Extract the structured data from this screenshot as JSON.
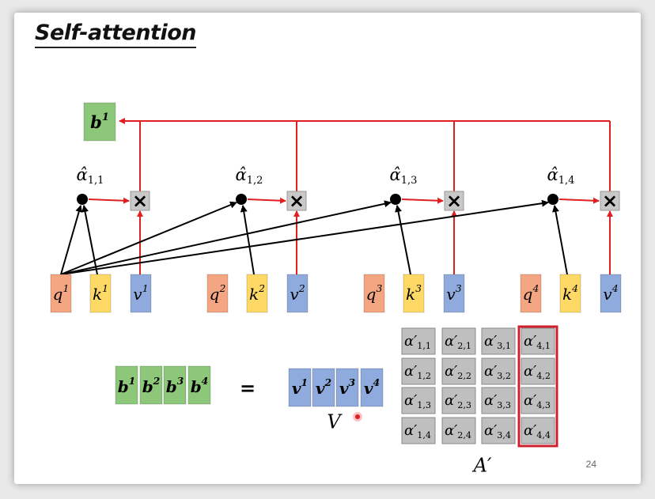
{
  "slide": {
    "title": "Self-attention",
    "page_number": "24"
  },
  "colors": {
    "query": "#f4a582",
    "key": "#ffd966",
    "value": "#8faadc",
    "output": "#8dc87a",
    "attention_cell": "#bfbfbf",
    "arrow_red": "#e02020",
    "arrow_black": "#000000",
    "highlight": "#d02030"
  },
  "diagram": {
    "output": {
      "base": "b",
      "sup": "1"
    },
    "alpha_hats": [
      {
        "base": "α̂",
        "sub": "1,1"
      },
      {
        "base": "α̂",
        "sub": "1,2"
      },
      {
        "base": "α̂",
        "sub": "1,3"
      },
      {
        "base": "α̂",
        "sub": "1,4"
      }
    ],
    "multiply_symbol": "×",
    "groups": [
      {
        "q": {
          "base": "q",
          "sup": "1"
        },
        "k": {
          "base": "k",
          "sup": "1"
        },
        "v": {
          "base": "v",
          "sup": "1"
        }
      },
      {
        "q": {
          "base": "q",
          "sup": "2"
        },
        "k": {
          "base": "k",
          "sup": "2"
        },
        "v": {
          "base": "v",
          "sup": "2"
        }
      },
      {
        "q": {
          "base": "q",
          "sup": "3"
        },
        "k": {
          "base": "k",
          "sup": "3"
        },
        "v": {
          "base": "v",
          "sup": "3"
        }
      },
      {
        "q": {
          "base": "q",
          "sup": "4"
        },
        "k": {
          "base": "k",
          "sup": "4"
        },
        "v": {
          "base": "v",
          "sup": "4"
        }
      }
    ]
  },
  "equation": {
    "b_row": [
      {
        "base": "b",
        "sup": "1"
      },
      {
        "base": "b",
        "sup": "2"
      },
      {
        "base": "b",
        "sup": "3"
      },
      {
        "base": "b",
        "sup": "4"
      }
    ],
    "equals": "=",
    "v_row": [
      {
        "base": "v",
        "sup": "1"
      },
      {
        "base": "v",
        "sup": "2"
      },
      {
        "base": "v",
        "sup": "3"
      },
      {
        "base": "v",
        "sup": "4"
      }
    ],
    "v_label": "V",
    "matrix_label": "A′",
    "matrix": [
      [
        {
          "base": "α′",
          "sub": "1,1"
        },
        {
          "base": "α′",
          "sub": "2,1"
        },
        {
          "base": "α′",
          "sub": "3,1"
        },
        {
          "base": "α′",
          "sub": "4,1"
        }
      ],
      [
        {
          "base": "α′",
          "sub": "1,2"
        },
        {
          "base": "α′",
          "sub": "2,2"
        },
        {
          "base": "α′",
          "sub": "3,2"
        },
        {
          "base": "α′",
          "sub": "4,2"
        }
      ],
      [
        {
          "base": "α′",
          "sub": "1,3"
        },
        {
          "base": "α′",
          "sub": "2,3"
        },
        {
          "base": "α′",
          "sub": "3,3"
        },
        {
          "base": "α′",
          "sub": "4,3"
        }
      ],
      [
        {
          "base": "α′",
          "sub": "1,4"
        },
        {
          "base": "α′",
          "sub": "2,4"
        },
        {
          "base": "α′",
          "sub": "3,4"
        },
        {
          "base": "α′",
          "sub": "4,4"
        }
      ]
    ]
  }
}
